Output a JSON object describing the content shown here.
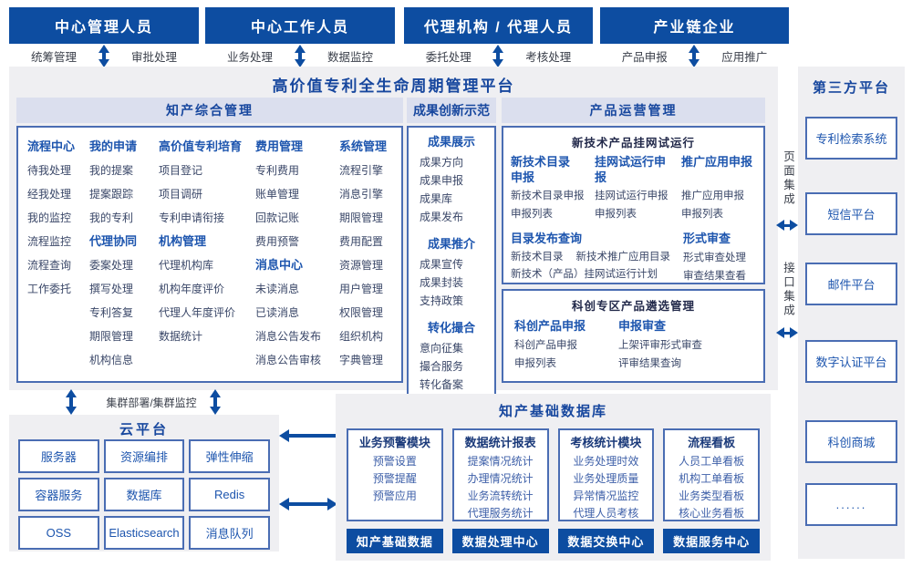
{
  "roles": [
    {
      "title": "中心管理人员",
      "labels": [
        "统筹管理",
        "审批处理"
      ]
    },
    {
      "title": "中心工作人员",
      "labels": [
        "业务处理",
        "数据监控"
      ]
    },
    {
      "title": "代理机构 / 代理人员",
      "labels": [
        "委托处理",
        "考核处理"
      ]
    },
    {
      "title": "产业链企业",
      "labels": [
        "产品申报",
        "应用推广"
      ]
    }
  ],
  "platform": {
    "title": "高价值专利全生命周期管理平台"
  },
  "ip_mgmt": {
    "title": "知产综合管理",
    "columns": [
      {
        "groups": [
          {
            "heading": "流程中心",
            "items": [
              "待我处理",
              "经我处理",
              "我的监控",
              "流程监控",
              "流程查询",
              "工作委托"
            ]
          }
        ]
      },
      {
        "groups": [
          {
            "heading": "我的申请",
            "items": [
              "我的提案",
              "提案跟踪",
              "我的专利"
            ]
          },
          {
            "heading": "代理协同",
            "items": [
              "委案处理",
              "撰写处理",
              "专利答复",
              "期限管理",
              "机构信息"
            ]
          }
        ]
      },
      {
        "groups": [
          {
            "heading": "高价值专利培育",
            "items": [
              "项目登记",
              "项目调研",
              "专利申请衔接"
            ]
          },
          {
            "heading": "机构管理",
            "items": [
              "代理机构库",
              "机构年度评价",
              "代理人年度评价",
              "数据统计"
            ]
          }
        ]
      },
      {
        "groups": [
          {
            "heading": "费用管理",
            "items": [
              "专利费用",
              "账单管理",
              "回款记账",
              "费用预警"
            ]
          },
          {
            "heading": "消息中心",
            "items": [
              "未读消息",
              "已读消息",
              "消息公告发布",
              "消息公告审核"
            ]
          }
        ]
      },
      {
        "groups": [
          {
            "heading": "系统管理",
            "items": [
              "流程引擎",
              "消息引擎",
              "期限管理",
              "费用配置",
              "资源管理",
              "用户管理",
              "权限管理",
              "组织机构",
              "字典管理"
            ]
          }
        ]
      }
    ]
  },
  "achievement": {
    "title": "成果创新示范",
    "groups": [
      {
        "heading": "成果展示",
        "items": [
          "成果方向",
          "成果申报",
          "成果库",
          "成果发布"
        ]
      },
      {
        "heading": "成果推介",
        "items": [
          "成果宣传",
          "成果封装",
          "支持政策"
        ]
      },
      {
        "heading": "转化撮合",
        "items": [
          "意向征集",
          "撮合服务",
          "转化备案"
        ]
      }
    ]
  },
  "product_ops": {
    "title": "产品运营管理",
    "trial_box": {
      "title": "新技术产品挂网试运行",
      "groups": [
        {
          "heading": "新技术目录申报",
          "items": [
            "新技术目录申报",
            "申报列表"
          ]
        },
        {
          "heading": "挂网试运行申报",
          "items": [
            "挂网试运行申报",
            "申报列表"
          ]
        },
        {
          "heading": "推广应用申报",
          "items": [
            "推广应用申报",
            "申报列表"
          ]
        }
      ],
      "catalog": {
        "heading": "目录发布查询",
        "row1": [
          "新技术目录",
          "新技术推广应用目录"
        ],
        "row2": "新技术（产品）挂网试运行计划"
      },
      "review": {
        "heading": "形式审查",
        "items": [
          "形式审查处理",
          "审查结果查看"
        ]
      }
    },
    "selection_box": {
      "title": "科创专区产品遴选管理",
      "groups": [
        {
          "heading": "科创产品申报",
          "items": [
            "科创产品申报",
            "申报列表"
          ]
        },
        {
          "heading": "申报审查",
          "items": [
            "上架评审形式审查",
            "评审结果查询"
          ]
        }
      ]
    }
  },
  "integration": {
    "page": "页面集成",
    "api": "接口集成"
  },
  "third_party": {
    "title": "第三方平台",
    "items": [
      "专利检索系统",
      "短信平台",
      "邮件平台",
      "数字认证平台",
      "科创商城",
      "......"
    ]
  },
  "cluster": {
    "label": "集群部署/集群监控"
  },
  "cloud": {
    "title": "云平台",
    "items": [
      "服务器",
      "资源编排",
      "弹性伸缩",
      "容器服务",
      "数据库",
      "Redis",
      "OSS",
      "Elasticsearch",
      "消息队列"
    ]
  },
  "database": {
    "title": "知产基础数据库",
    "modules": [
      {
        "heading": "业务预警模块",
        "items": [
          "预警设置",
          "预警提醒",
          "预警应用"
        ],
        "footer": "知产基础数据"
      },
      {
        "heading": "数据统计报表",
        "items": [
          "提案情况统计",
          "办理情况统计",
          "业务流转统计",
          "代理服务统计"
        ],
        "footer": "数据处理中心"
      },
      {
        "heading": "考核统计模块",
        "items": [
          "业务处理时效",
          "业务处理质量",
          "异常情况监控",
          "代理人员考核"
        ],
        "footer": "数据交换中心"
      },
      {
        "heading": "流程看板",
        "items": [
          "人员工单看板",
          "机构工单看板",
          "业务类型看板",
          "核心业务看板"
        ],
        "footer": "数据服务中心"
      }
    ]
  },
  "colors": {
    "primary": "#0d4da1",
    "heading_blue": "#1d55ae",
    "item_text": "#3a4768",
    "band": "#dbdfee",
    "panel_bg": "#efeff2",
    "box_border": "#4a6db3"
  }
}
